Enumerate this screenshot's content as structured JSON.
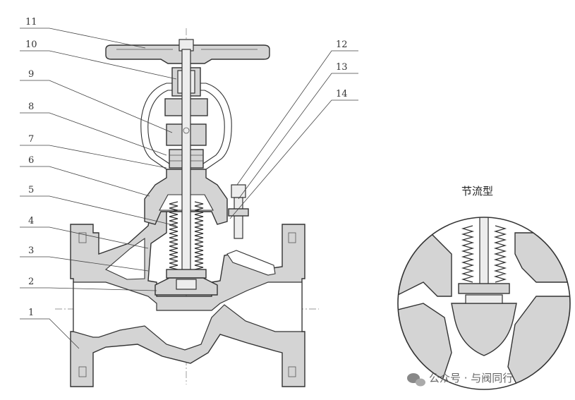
{
  "labels": [
    "1",
    "2",
    "3",
    "4",
    "5",
    "6",
    "7",
    "8",
    "9",
    "10",
    "11",
    "12",
    "13",
    "14"
  ],
  "inset": {
    "title": "节流型"
  },
  "watermark": {
    "text": "公众号 · 与阀同行",
    "icon": "wechat-icon"
  },
  "colors": {
    "section_fill": "#d4d4d4",
    "line": "#333333",
    "background": "#ffffff"
  }
}
